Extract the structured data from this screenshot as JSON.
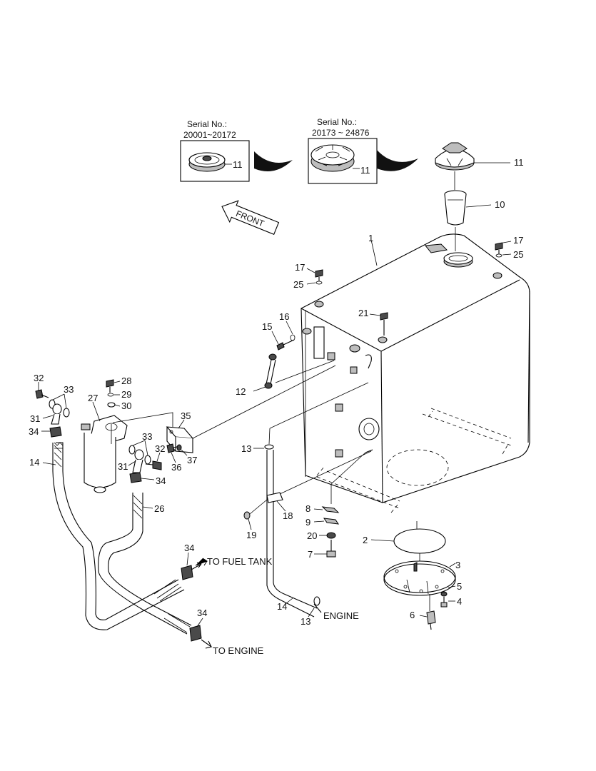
{
  "serials": [
    {
      "title": "Serial No.:",
      "range": "20001~20172",
      "part": "11"
    },
    {
      "title": "Serial No.:",
      "range": "20173 ~ 24876",
      "part": "11"
    }
  ],
  "front_label": "FRONT",
  "callouts": {
    "to_fuel_tank": "TO FUEL TANK",
    "to_engine": "TO ENGINE",
    "engine": "ENGINE"
  },
  "parts": {
    "p1": "1",
    "p2": "2",
    "p3": "3",
    "p4": "4",
    "p5": "5",
    "p6": "6",
    "p7": "7",
    "p8": "8",
    "p9": "9",
    "p10": "10",
    "p11": "11",
    "p12": "12",
    "p13a": "13",
    "p13b": "13",
    "p14a": "14",
    "p14b": "14",
    "p15": "15",
    "p16": "16",
    "p17a": "17",
    "p17b": "17",
    "p18": "18",
    "p19": "19",
    "p20": "20",
    "p21": "21",
    "p25a": "25",
    "p25b": "25",
    "p26": "26",
    "p27": "27",
    "p28": "28",
    "p29": "29",
    "p30": "30",
    "p31a": "31",
    "p31b": "31",
    "p32a": "32",
    "p32b": "32",
    "p33a": "33",
    "p33b": "33",
    "p34a": "34",
    "p34b": "34",
    "p34c": "34",
    "p34d": "34",
    "p35": "35",
    "p36": "36",
    "p37": "37"
  }
}
